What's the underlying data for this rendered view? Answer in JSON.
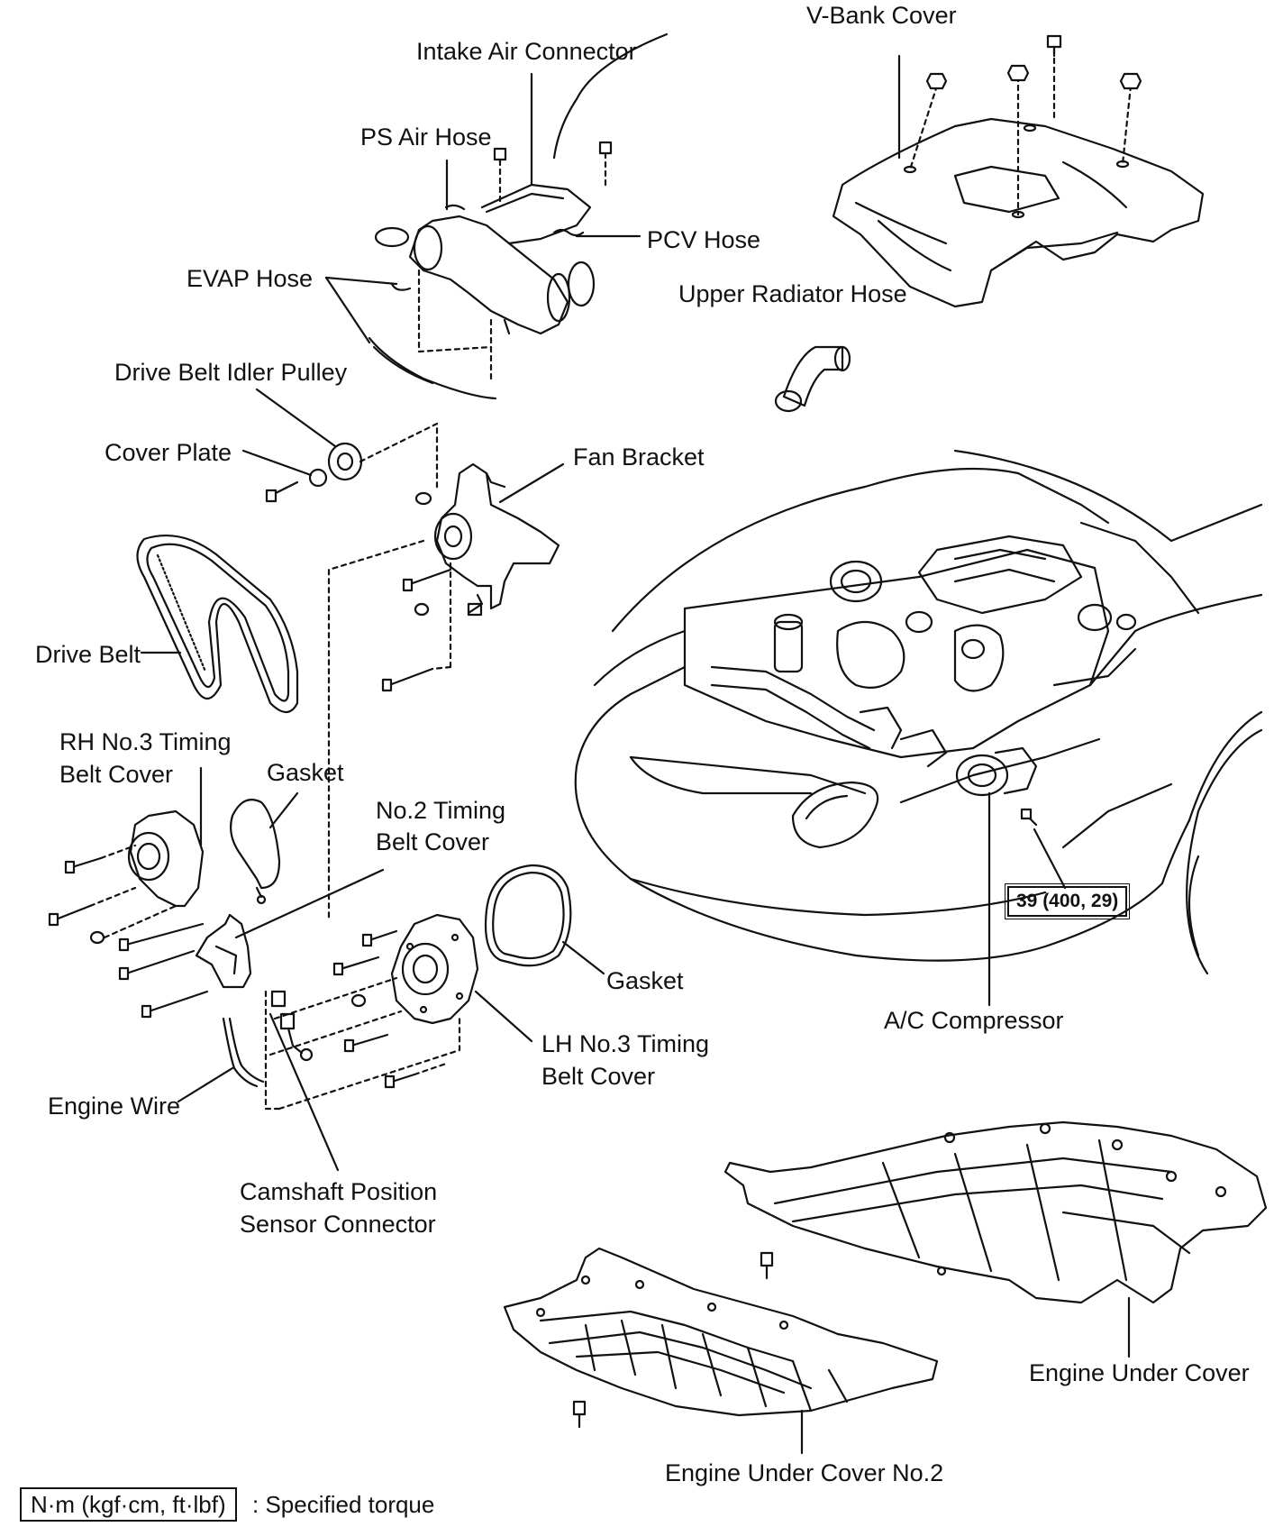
{
  "labels": {
    "v_bank_cover": "V-Bank Cover",
    "intake_air_connector": "Intake Air Connector",
    "ps_air_hose": "PS Air Hose",
    "pcv_hose": "PCV Hose",
    "evap_hose": "EVAP Hose",
    "upper_radiator_hose": "Upper Radiator Hose",
    "drive_belt_idler_pulley": "Drive Belt Idler Pulley",
    "cover_plate": "Cover Plate",
    "fan_bracket": "Fan Bracket",
    "drive_belt": "Drive Belt",
    "rh_no3_line1": "RH No.3 Timing",
    "rh_no3_line2": "Belt Cover",
    "gasket_top": "Gasket",
    "no2_line1": "No.2 Timing",
    "no2_line2": "Belt Cover",
    "gasket_right": "Gasket",
    "lh_no3_line1": "LH No.3 Timing",
    "lh_no3_line2": "Belt Cover",
    "ac_compressor": "A/C Compressor",
    "engine_wire": "Engine Wire",
    "camshaft_line1": "Camshaft Position",
    "camshaft_line2": "Sensor Connector",
    "engine_under_cover": "Engine Under Cover",
    "engine_under_cover_no2": "Engine Under Cover No.2"
  },
  "torque": {
    "ac_compressor_bolt": "39 (400, 29)"
  },
  "legend": {
    "units": "N·m (kgf·cm, ft·lbf)",
    "description": ": Specified torque"
  }
}
